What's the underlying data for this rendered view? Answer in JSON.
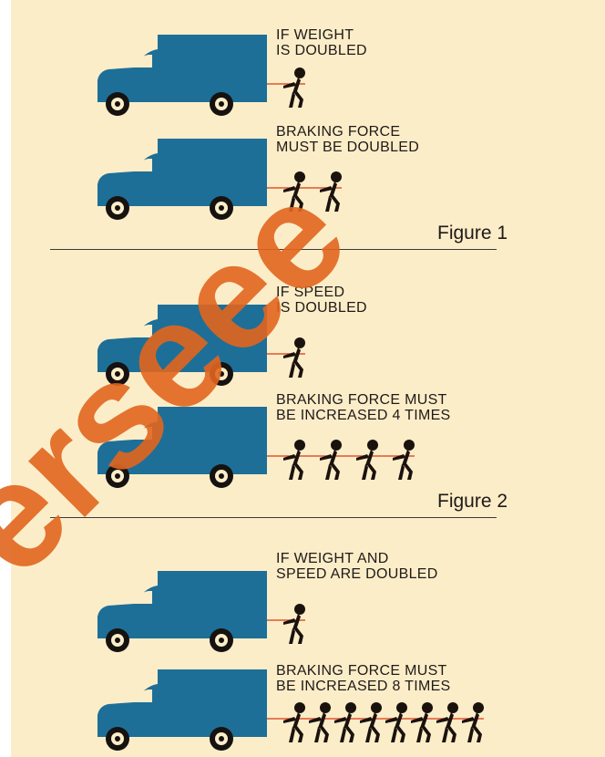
{
  "colors": {
    "background": "#fcedc9",
    "truck": "#1d6f98",
    "person": "#1a120d",
    "rope": "#e0572f",
    "watermark": "#e2661f"
  },
  "figure1": {
    "label": "Figure 1",
    "top_caption": [
      "IF WEIGHT",
      "IS DOUBLED"
    ],
    "bottom_caption": [
      "BRAKING FORCE",
      "MUST BE DOUBLED"
    ],
    "pullers_top": 1,
    "pullers_bottom": 2
  },
  "figure2": {
    "label": "Figure 2",
    "top_caption": [
      "IF SPEED",
      "IS DOUBLED"
    ],
    "bottom_caption": [
      "BRAKING FORCE MUST",
      "BE INCREASED 4 TIMES"
    ],
    "pullers_top": 1,
    "pullers_bottom": 4
  },
  "figure3": {
    "top_caption": [
      "IF WEIGHT AND",
      "SPEED ARE DOUBLED"
    ],
    "bottom_caption": [
      "BRAKING FORCE MUST",
      "BE INCREASED 8 TIMES"
    ],
    "pullers_top": 1,
    "pullers_bottom": 8
  }
}
